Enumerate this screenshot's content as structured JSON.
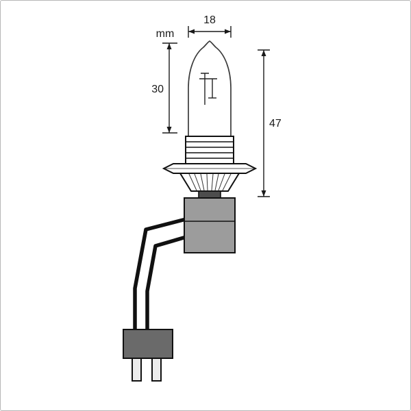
{
  "diagram": {
    "unit_label": "mm",
    "dim_width": "18",
    "dim_glass_length": "30",
    "dim_total_length": "47"
  },
  "colors": {
    "line": "#1a1a1a",
    "glass_stroke": "#3a3a3a",
    "connector_gray": "#9c9c9c",
    "plug_gray": "#6a6a6a",
    "contact_dark": "#4d4d4d",
    "terminal_fill": "#ececec"
  }
}
